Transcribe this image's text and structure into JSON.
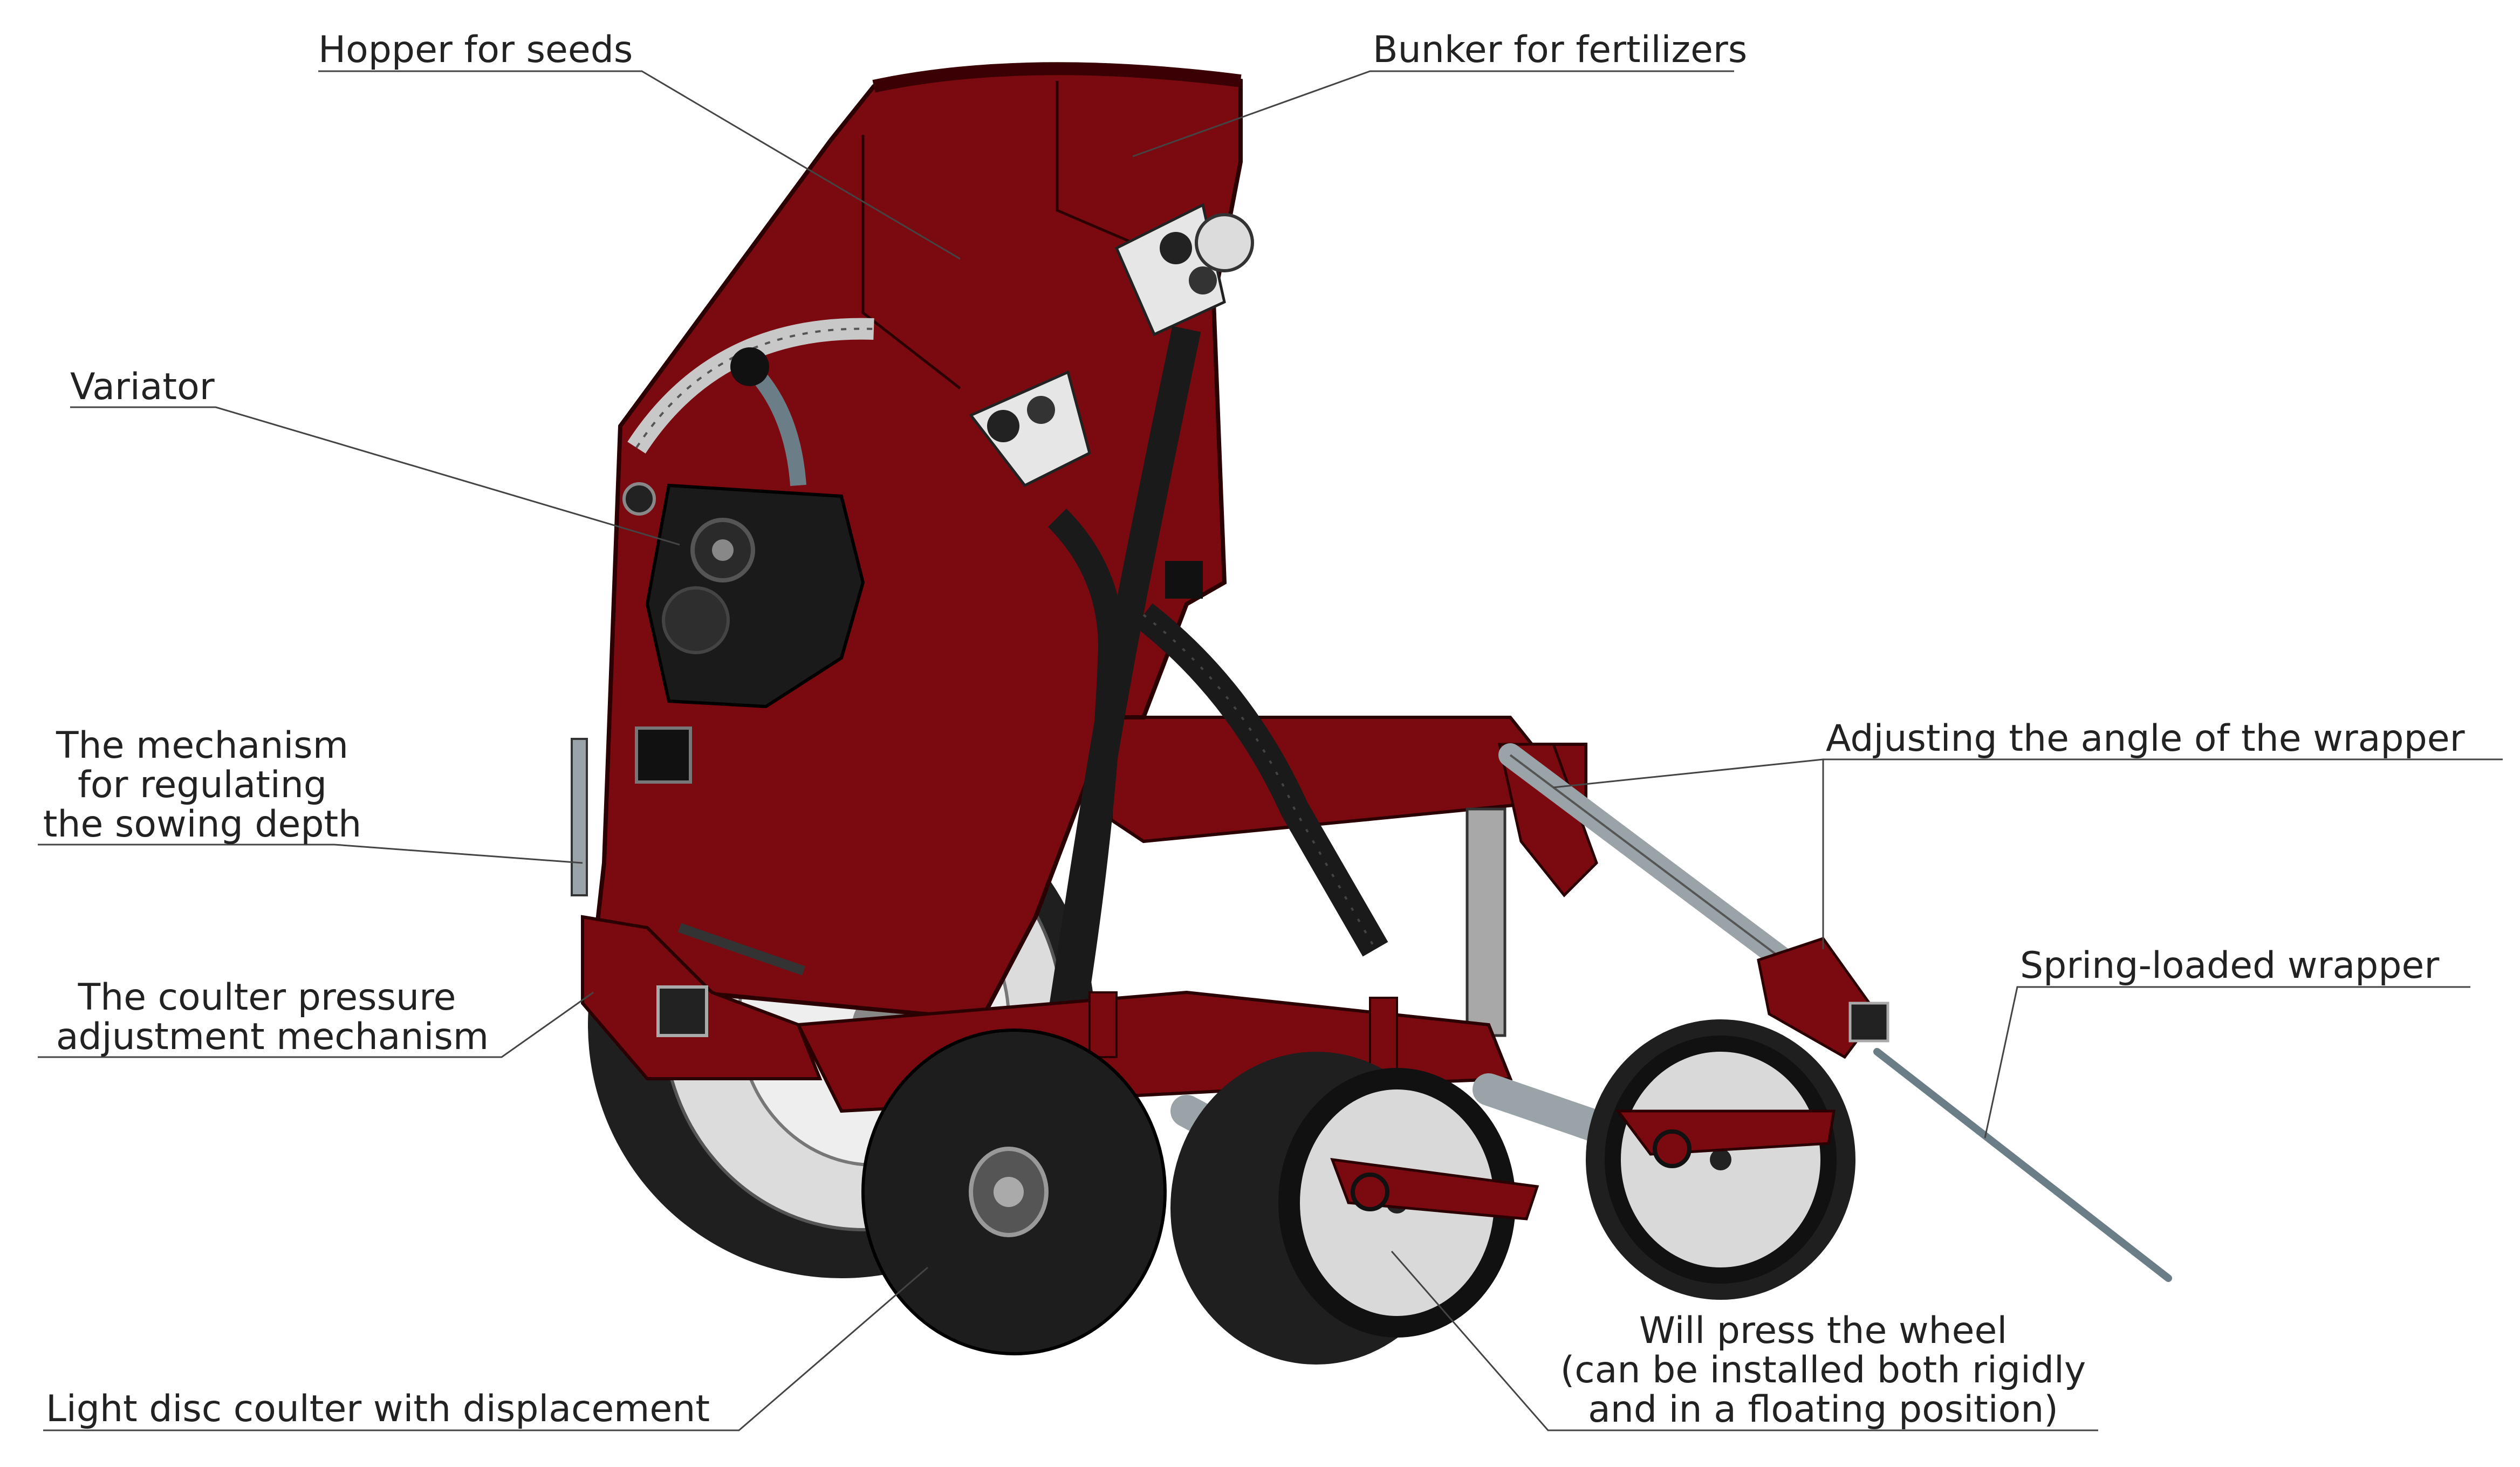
{
  "labels": {
    "hopper_for_seeds": "Hopper for seeds",
    "bunker_for_fertilizers": "Bunker for fertilizers",
    "variator": "Variator",
    "depth_mechanism_line1": "The mechanism",
    "depth_mechanism_line2": "for regulating",
    "depth_mechanism_line3": "the sowing depth",
    "coulter_pressure_line1": "The coulter pressure",
    "coulter_pressure_line2": "adjustment mechanism",
    "wrapper_angle": "Adjusting the angle of the wrapper",
    "spring_wrapper": "Spring-loaded wrapper",
    "disc_coulter": "Light disc coulter with displacement",
    "press_wheel_line1": "Will press the wheel",
    "press_wheel_line2": "(can be installed both rigidly",
    "press_wheel_line3": "and in a floating position)"
  },
  "colors": {
    "body_red": "#7a0a10",
    "dark_red": "#5a0308",
    "tire_black": "#1f1f1f",
    "metal_grey": "#9aa3a8",
    "wheel_face": "#d9d9d9",
    "leader_line": "#444444"
  }
}
